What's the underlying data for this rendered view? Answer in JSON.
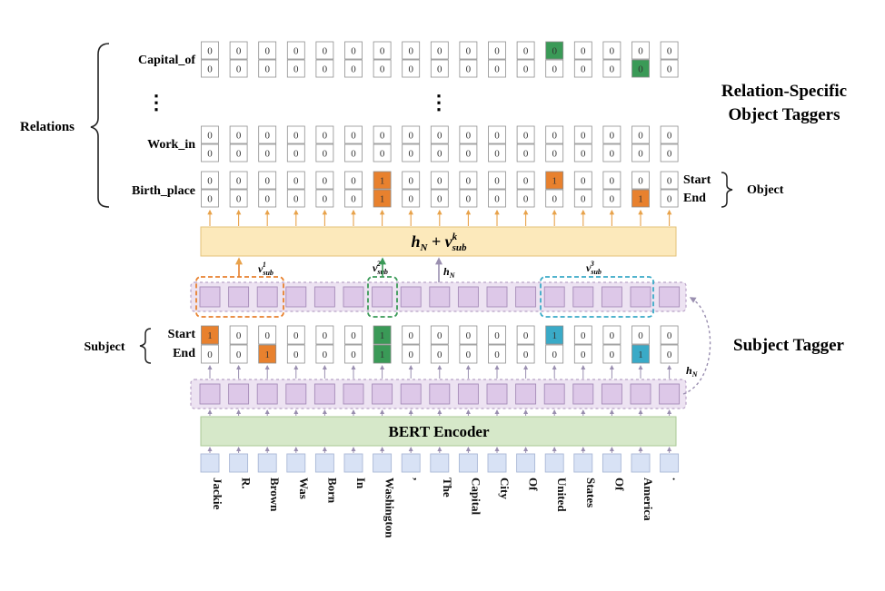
{
  "tokens": [
    "Jackie",
    "R.",
    "Brown",
    "Was",
    "Born",
    "In",
    "Washington",
    ",",
    "The",
    "Capital",
    "City",
    "Of",
    "United",
    "States",
    "Of",
    "America",
    "."
  ],
  "encoder_label": "BERT Encoder",
  "fusion_label_main": "h",
  "fusion_label_sub": "N",
  "fusion_label_plus": " + v",
  "fusion_label_k": "k",
  "fusion_label_s": "sub",
  "vsub_base": "v",
  "vsub_sub": "sub",
  "vsub_sups": [
    "1",
    "2",
    "3"
  ],
  "hn_base": "h",
  "hn_sub": "N",
  "subject": {
    "title": "Subject Tagger",
    "group_label": "Subject",
    "start_label": "Start",
    "end_label": "End",
    "start": [
      "1",
      "0",
      "0",
      "0",
      "0",
      "0",
      "1",
      "0",
      "0",
      "0",
      "0",
      "0",
      "1",
      "0",
      "0",
      "0",
      "0"
    ],
    "end": [
      "0",
      "0",
      "1",
      "0",
      "0",
      "0",
      "1",
      "0",
      "0",
      "0",
      "0",
      "0",
      "0",
      "0",
      "0",
      "1",
      "0"
    ]
  },
  "relations": {
    "title_line1": "Relation-Specific",
    "title_line2": "Object Taggers",
    "group_label": "Relations",
    "ellipsis": "⋮",
    "rows": [
      {
        "name": "Capital_of",
        "start": [
          "0",
          "0",
          "0",
          "0",
          "0",
          "0",
          "0",
          "0",
          "0",
          "0",
          "0",
          "0",
          "0",
          "0",
          "0",
          "0",
          "0"
        ],
        "end": [
          "0",
          "0",
          "0",
          "0",
          "0",
          "0",
          "0",
          "0",
          "0",
          "0",
          "0",
          "0",
          "0",
          "0",
          "0",
          "0",
          "0"
        ],
        "highlight_start": [
          12
        ],
        "highlight_end": [
          15
        ],
        "color": "#3a9a57"
      },
      {
        "name": "Work_in",
        "start": [
          "0",
          "0",
          "0",
          "0",
          "0",
          "0",
          "0",
          "0",
          "0",
          "0",
          "0",
          "0",
          "0",
          "0",
          "0",
          "0",
          "0"
        ],
        "end": [
          "0",
          "0",
          "0",
          "0",
          "0",
          "0",
          "0",
          "0",
          "0",
          "0",
          "0",
          "0",
          "0",
          "0",
          "0",
          "0",
          "0"
        ],
        "highlight_start": [],
        "highlight_end": [],
        "color": "#e8812e"
      },
      {
        "name": "Birth_place",
        "start": [
          "0",
          "0",
          "0",
          "0",
          "0",
          "0",
          "1",
          "0",
          "0",
          "0",
          "0",
          "0",
          "1",
          "0",
          "0",
          "0",
          "0"
        ],
        "end": [
          "0",
          "0",
          "0",
          "0",
          "0",
          "0",
          "1",
          "0",
          "0",
          "0",
          "0",
          "0",
          "0",
          "0",
          "0",
          "1",
          "0"
        ],
        "highlight_start": [
          6,
          12
        ],
        "highlight_end": [
          6,
          15
        ],
        "color": "#e8812e"
      }
    ],
    "object_start_label": "Start",
    "object_end_label": "End",
    "object_label": "Object"
  },
  "colors": {
    "orange": "#e8812e",
    "green": "#3a9a57",
    "blue": "#3aaac7",
    "purple_cell": "#ddc8e8",
    "purple_band": "#ede3f2",
    "encoder": "#d6e8c9",
    "fusion": "#fce9bb",
    "token_box": "#d8e2f5"
  }
}
